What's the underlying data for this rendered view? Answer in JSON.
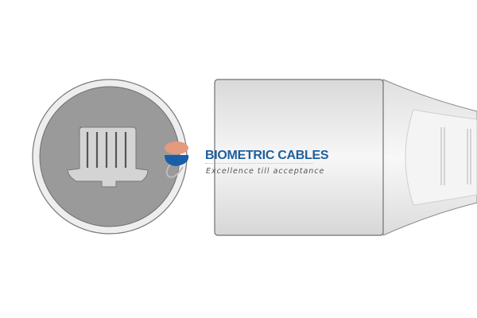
{
  "logo": {
    "brand_name": "BIOMETRIC CABLES",
    "tagline": "Excellence till acceptance",
    "colors": {
      "brand_blue": "#1d5f9e",
      "accent_peach": "#e49a7c",
      "logo_blue": "#1a5ea8"
    }
  },
  "product": {
    "colors": {
      "connector_face": "#9a9a9a",
      "pin_block": "#d4d4d4",
      "body": "#e6e6e6",
      "outline": "#6f6f6f"
    },
    "pin_count": 5
  }
}
